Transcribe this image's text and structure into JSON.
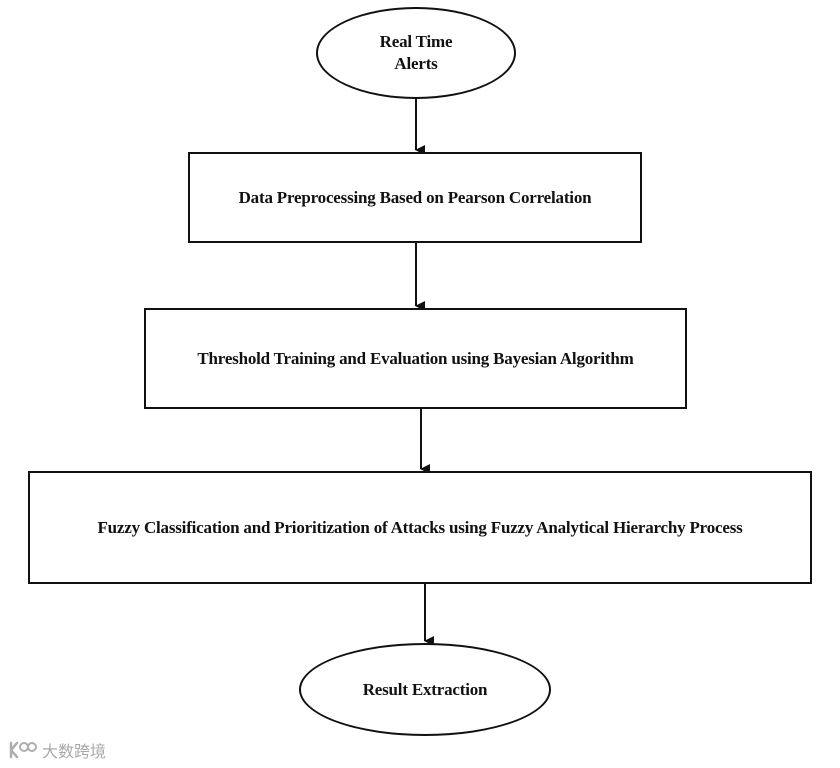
{
  "flowchart": {
    "start": {
      "label": "Real Time\nAlerts",
      "shape": "ellipse"
    },
    "steps": [
      {
        "label": "Data Preprocessing Based on Pearson Correlation",
        "shape": "rectangle"
      },
      {
        "label": "Threshold Training and Evaluation using Bayesian Algorithm",
        "shape": "rectangle"
      },
      {
        "label": "Fuzzy Classification and Prioritization of Attacks using Fuzzy Analytical Hierarchy Process",
        "shape": "rectangle"
      }
    ],
    "end": {
      "label": "Result Extraction",
      "shape": "ellipse"
    },
    "edge_color": "#111111"
  },
  "watermark": {
    "text": "大数跨境",
    "icon": "brand-logo-icon"
  }
}
